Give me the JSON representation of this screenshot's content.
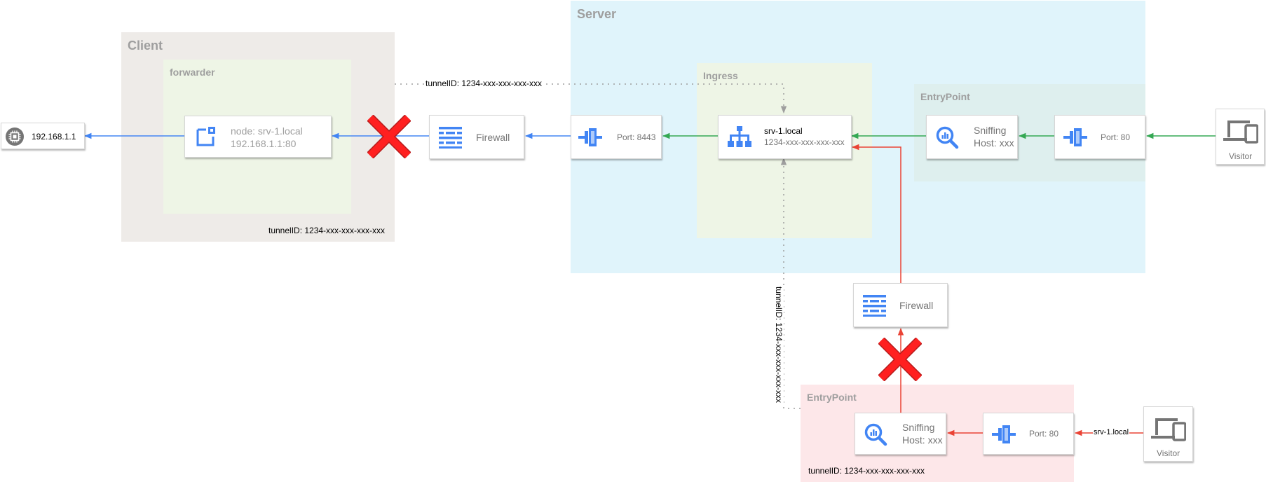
{
  "groups": {
    "client": "Client",
    "forwarder": "forwarder",
    "server": "Server",
    "ingress": "Ingress",
    "entrypoint_top": "EntryPoint",
    "entrypoint_bottom": "EntryPoint"
  },
  "nodes": {
    "ip_device": "192.168.1.1",
    "forwarder_node_line1": "node: srv-1.local",
    "forwarder_node_line2": "192.168.1.1:80",
    "firewall_top": "Firewall",
    "port_8443": "Port: 8443",
    "ingress_host_line1": "srv-1.local",
    "ingress_host_line2": "1234-xxx-xxx-xxx-xxx",
    "sniffing_top_line1": "Sniffing",
    "sniffing_top_line2": "Host: xxx",
    "port_80_top": "Port: 80",
    "visitor_top": "Visitor",
    "firewall_bottom": "Firewall",
    "sniffing_bottom_line1": "Sniffing",
    "sniffing_bottom_line2": "Host: xxx",
    "port_80_bottom": "Port: 80",
    "visitor_bottom": "Visitor"
  },
  "labels": {
    "tunnel_top": "tunnelID: 1234-xxx-xxx-xxx-xxx",
    "tunnel_client": "tunnelID: 1234-xxx-xxx-xxx-xxx",
    "tunnel_vertical": "tunnelID: 1234-xxx-xxx-xxx-xxx",
    "tunnel_entrypoint_bottom": "tunnelID: 1234-xxx-xxx-xxx-xxx",
    "visitor_request": "srv-1.local"
  },
  "colors": {
    "blue_flow": "#4285f4",
    "green_flow": "#34a853",
    "red_flow": "#ea4335",
    "tunnel_dotted": "#9e9e9e",
    "blocked_mark": "#ff0000"
  },
  "icons": {
    "ip_device": "chip-icon",
    "forwarder_node": "external-node-icon",
    "firewall": "firewall-icon",
    "port": "port-connector-icon",
    "ingress_host": "load-balancer-icon",
    "sniffing": "magnifier-chart-icon",
    "visitor": "laptop-phone-icon",
    "blocked": "red-x-icon"
  }
}
